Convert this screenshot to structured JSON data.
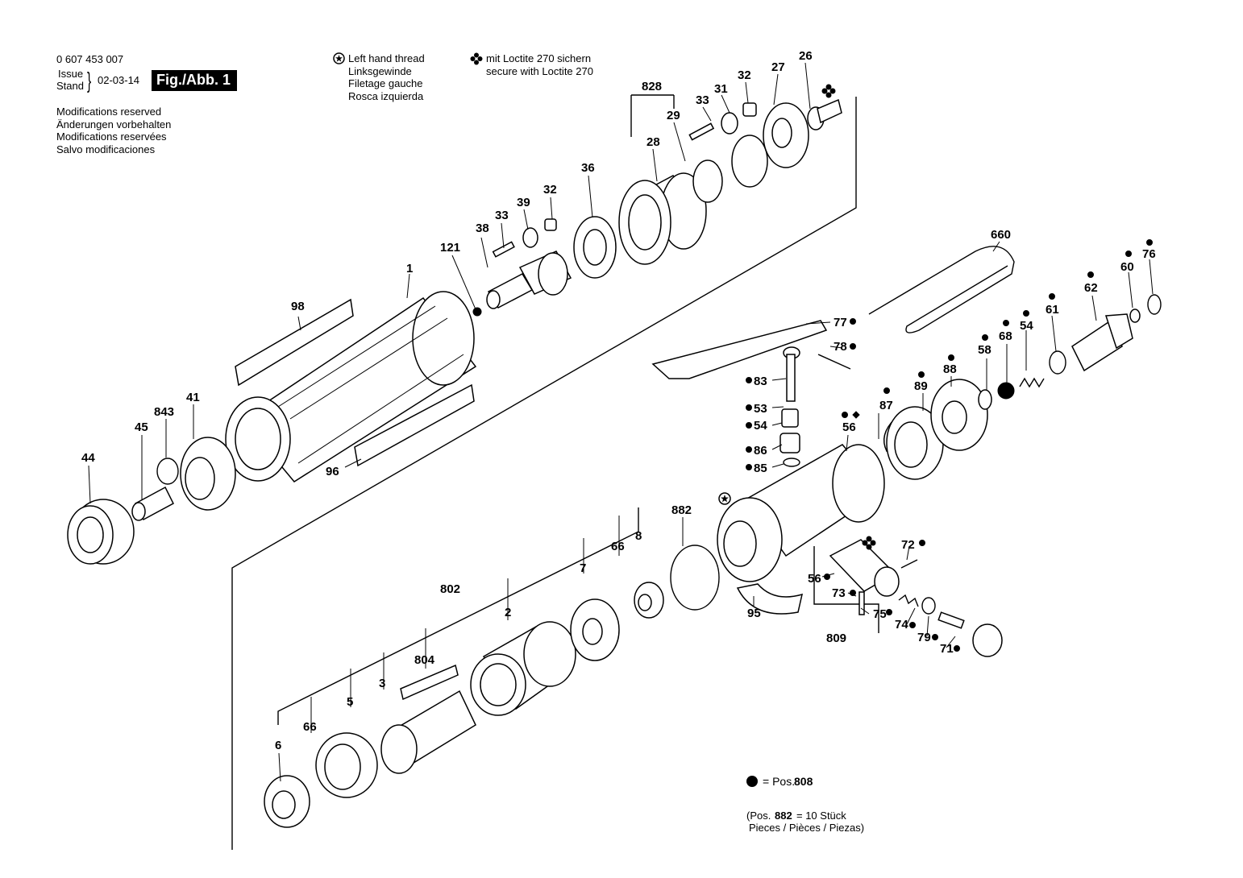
{
  "header": {
    "part_number": "0 607 453 007",
    "issue_label": "Issue",
    "stand_label": "Stand",
    "date": "02-03-14",
    "figure_label": "Fig./Abb. 1",
    "modifications": [
      "Modifications reserved",
      "Änderungen vorbehalten",
      "Modifications reservées",
      "Salvo modificaciones"
    ]
  },
  "legend": {
    "left_hand_thread": [
      "Left hand thread",
      "Linksgewinde",
      "Filetage gauche",
      "Rosca izquierda"
    ],
    "loctite": [
      "mit Loctite 270 sichern",
      "secure with Loctite 270"
    ],
    "dot_note_prefix": "= Pos.",
    "dot_note_value": "808",
    "footnote_line1_prefix": "(Pos.",
    "footnote_line1_pos": "882",
    "footnote_line1_suffix": "= 10 Stück",
    "footnote_line2": "Pieces / Pièces / Piezas)"
  },
  "parts": {
    "p1": "1",
    "p2": "2",
    "p3": "3",
    "p5": "5",
    "p6": "6",
    "p7": "7",
    "p8": "8",
    "p26": "26",
    "p27": "27",
    "p28": "28",
    "p29": "29",
    "p31": "31",
    "p32a": "32",
    "p32b": "32",
    "p33a": "33",
    "p33b": "33",
    "p36": "36",
    "p38": "38",
    "p39": "39",
    "p41": "41",
    "p44": "44",
    "p45": "45",
    "p53": "53",
    "p54a": "54",
    "p54b": "54",
    "p56a": "56",
    "p56b": "56",
    "p58": "58",
    "p60": "60",
    "p61": "61",
    "p62": "62",
    "p66a": "66",
    "p66b": "66",
    "p68": "68",
    "p71": "71",
    "p72": "72",
    "p73": "73",
    "p74": "74",
    "p75": "75",
    "p76": "76",
    "p77": "77",
    "p78": "78",
    "p79": "79",
    "p83": "83",
    "p85": "85",
    "p86": "86",
    "p87": "87",
    "p88": "88",
    "p89": "89",
    "p95": "95",
    "p96": "96",
    "p98": "98",
    "p121": "121",
    "p660": "660",
    "p802": "802",
    "p804": "804",
    "p809": "809",
    "p828": "828",
    "p843": "843",
    "p882": "882"
  }
}
